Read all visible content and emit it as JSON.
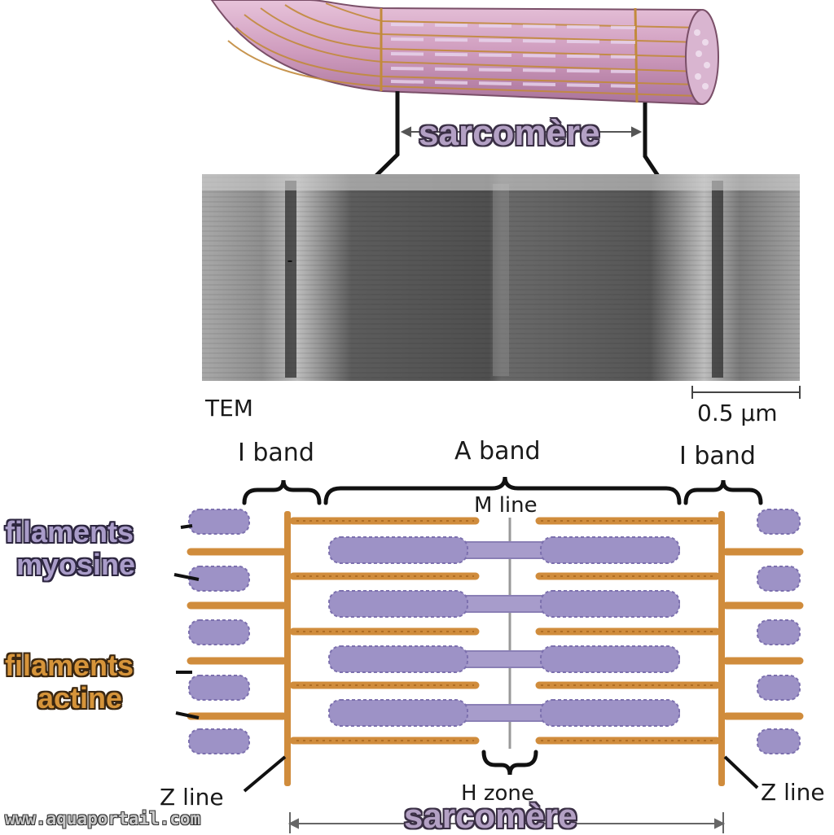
{
  "labels": {
    "sarcomere_top": "sarcomère",
    "tem": "TEM",
    "scale": "0.5 μm",
    "i_band_left": "I band",
    "a_band": "A band",
    "i_band_right": "I band",
    "m_line": "M line",
    "filaments_myosine_1": "filaments",
    "filaments_myosine_2": "myosine",
    "filaments_actine_1": "filaments",
    "filaments_actine_2": "actine",
    "z_line_left": "Z line",
    "h_zone": "H zone",
    "z_line_right": "Z line",
    "sarcomere_bottom": "sarcomère",
    "watermark": "www.aquaportail.com"
  },
  "colors": {
    "actin": "#d08c3c",
    "myosin": "#9f95c6",
    "fiber": "#d4a6c4",
    "fiber_stripe": "#c28a3c",
    "tem_bg": "#9a9a9a"
  }
}
